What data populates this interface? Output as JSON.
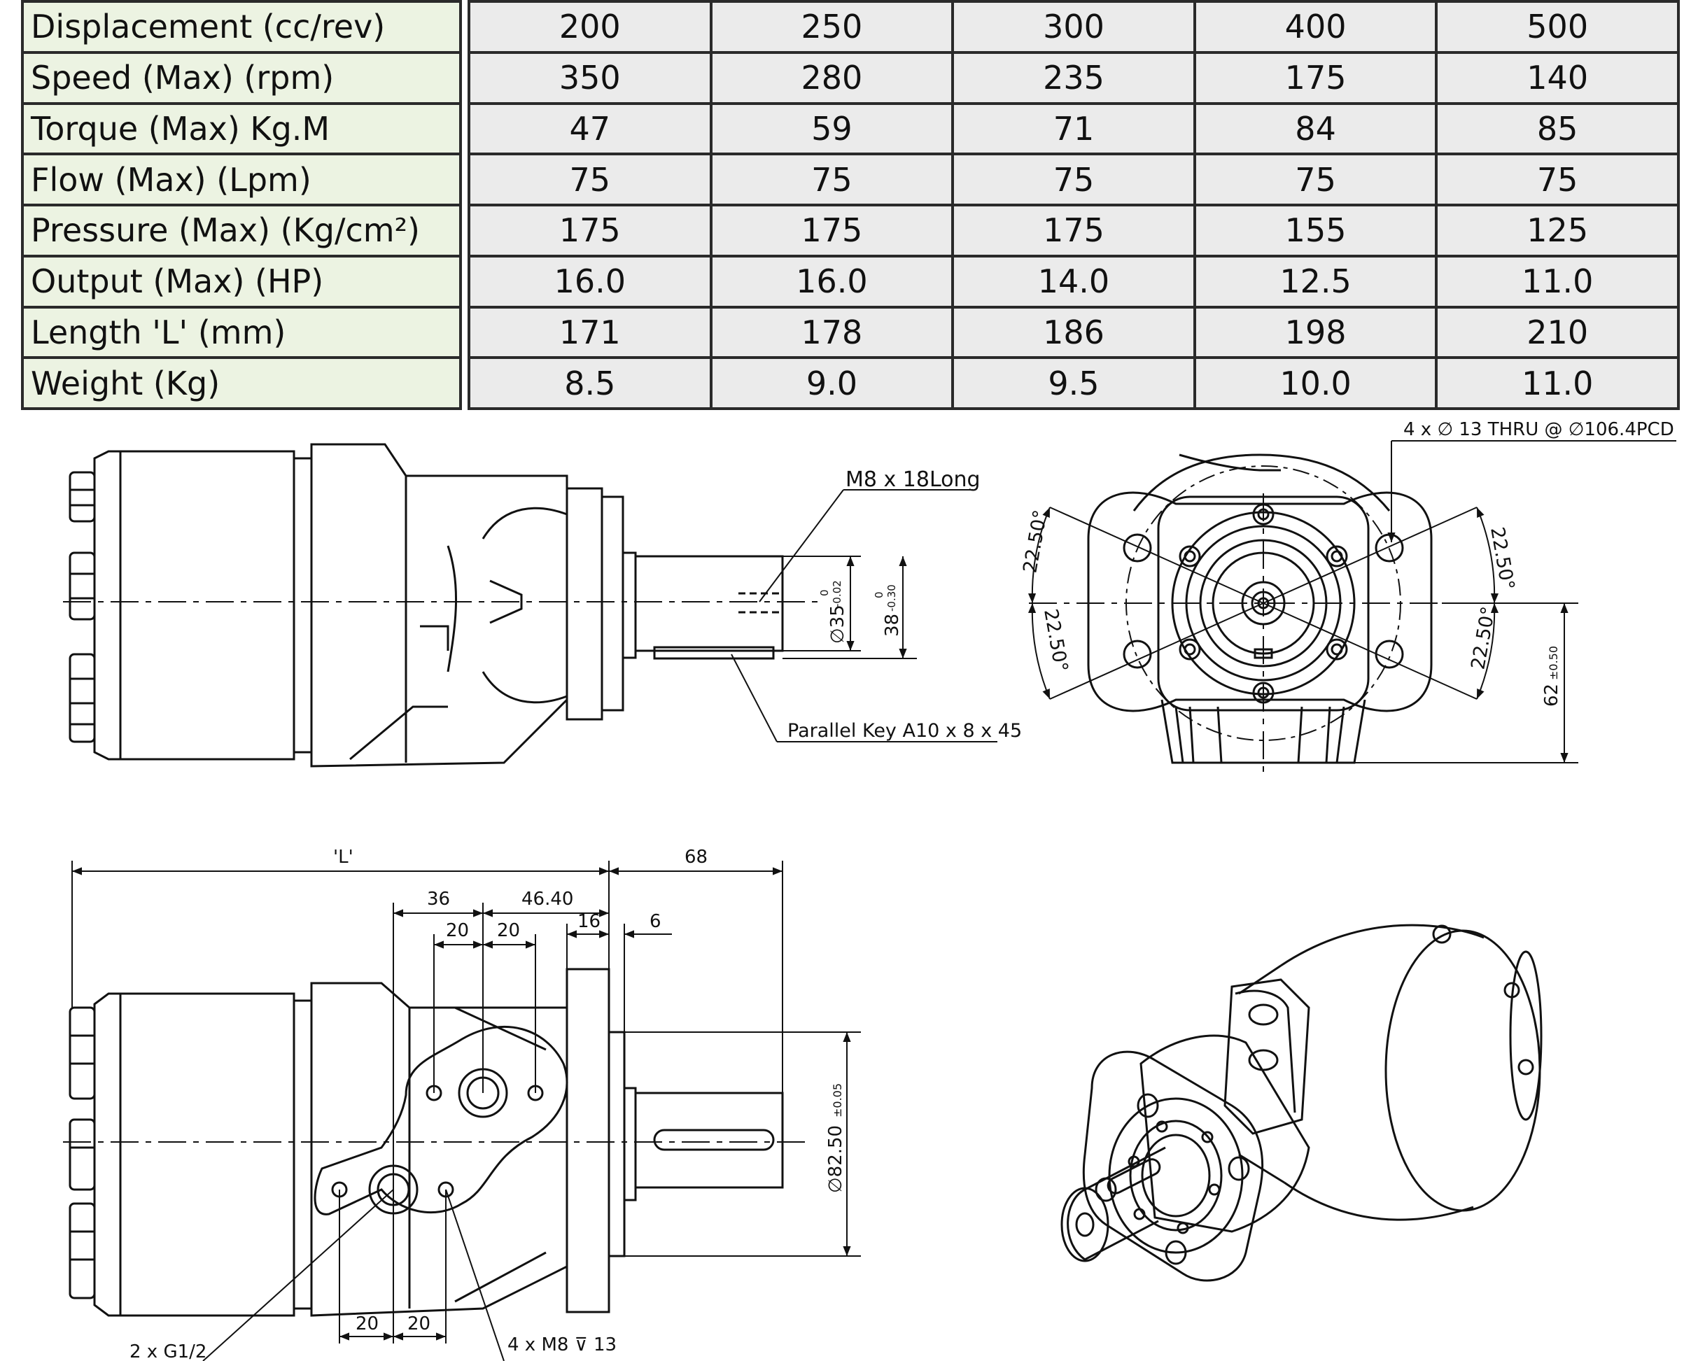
{
  "table": {
    "rows": [
      {
        "label": "Displacement (cc/rev)",
        "values": [
          "200",
          "250",
          "300",
          "400",
          "500"
        ]
      },
      {
        "label": "Speed (Max) (rpm)",
        "values": [
          "350",
          "280",
          "235",
          "175",
          "140"
        ]
      },
      {
        "label": "Torque (Max) Kg.M",
        "values": [
          "47",
          "59",
          "71",
          "84",
          "85"
        ]
      },
      {
        "label": "Flow (Max) (Lpm)",
        "values": [
          "75",
          "75",
          "75",
          "75",
          "75"
        ]
      },
      {
        "label": "Pressure (Max) (Kg/cm²)",
        "values": [
          "175",
          "175",
          "175",
          "155",
          "125"
        ]
      },
      {
        "label": "Output (Max) (HP)",
        "values": [
          "16.0",
          "16.0",
          "14.0",
          "12.5",
          "11.0"
        ]
      },
      {
        "label": "Length 'L' (mm)",
        "values": [
          "171",
          "178",
          "186",
          "198",
          "210"
        ]
      },
      {
        "label": "Weight (Kg)",
        "values": [
          "8.5",
          "9.0",
          "9.5",
          "10.0",
          "11.0"
        ]
      }
    ]
  },
  "side_view": {
    "thread_note": "M8 x 18Long",
    "key_note": "Parallel Key A10 x 8 x 45",
    "shaft_dia": "∅35",
    "shaft_dia_tol_upper": "0",
    "shaft_dia_tol_lower": "-0.02",
    "key_height": "38",
    "key_height_tol_upper": "0",
    "key_height_tol_lower": "-0.30"
  },
  "front_view": {
    "hole_note": "4 x ∅ 13 THRU @ ∅106.4PCD",
    "angle_label": "22.50°",
    "height_dim": "62",
    "height_tol": "±0.50"
  },
  "top_view": {
    "dim_L": "'L'",
    "dim_68": "68",
    "dim_36": "36",
    "dim_46_40": "46.40",
    "dim_20": "20",
    "dim_16": "16",
    "dim_6": "6",
    "pilot_dia": "∅82.50",
    "pilot_tol": "±0.05",
    "port_note": "2 x G1/2",
    "tap_note": "4 x  M8 ⊽ 13"
  }
}
